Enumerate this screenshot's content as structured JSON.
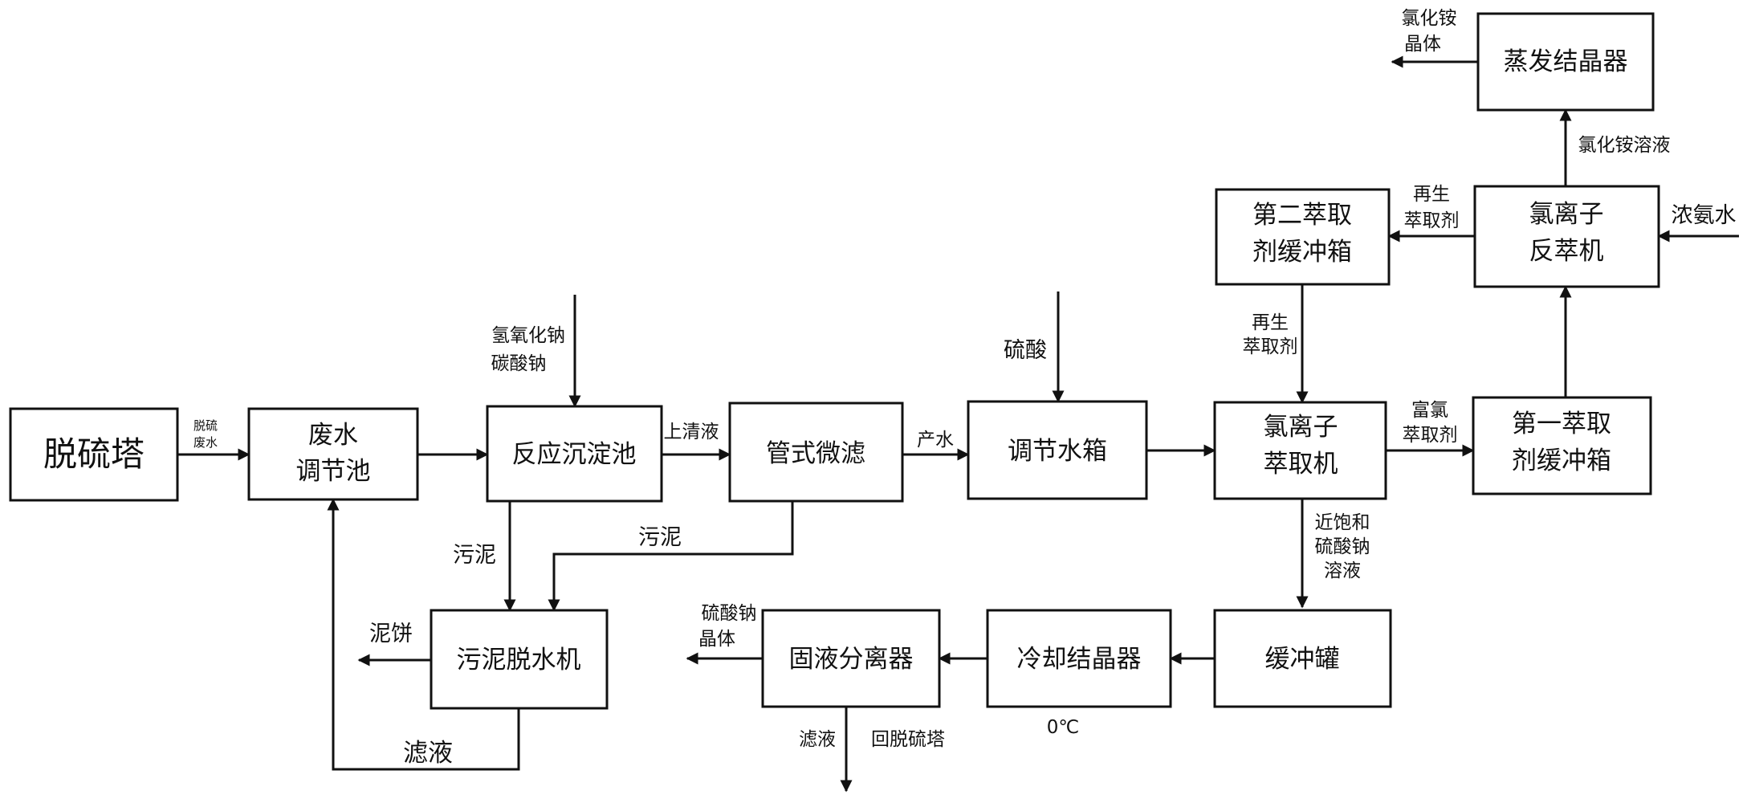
{
  "nodes": {
    "desulfurization_tower": "脱硫塔",
    "wastewater_pool": [
      "废水",
      "调节池"
    ],
    "reaction_tank": "反应沉淀池",
    "tubular_filter": "管式微滤",
    "adjusting_tank": "调节水箱",
    "cl_extractor": [
      "氯离子",
      "萃取机"
    ],
    "buffer_box_1": [
      "第一萃取",
      "剂缓冲箱"
    ],
    "cl_back_extractor": [
      "氯离子",
      "反萃机"
    ],
    "buffer_box_2": [
      "第二萃取",
      "剂缓冲箱"
    ],
    "evaporator": "蒸发结晶器",
    "buffer_tank": "缓冲罐",
    "cooling_crystallizer": "冷却结晶器",
    "solid_liquid_separator": "固液分离器",
    "sludge_dewaterer": "污泥脱水机"
  },
  "labels": {
    "desulf_wastewater": [
      "脱硫",
      "废水"
    ],
    "naoh_na2co3": [
      "氢氧化钠",
      "碳酸钠"
    ],
    "supernatant": "上清液",
    "product_water": "产水",
    "sulfuric_acid": "硫酸",
    "rich_cl_extractant": [
      "富氯",
      "萃取剂"
    ],
    "regen_extractant_top": [
      "再生",
      "萃取剂"
    ],
    "regen_extractant_down": [
      "再生",
      "萃取剂"
    ],
    "ammonia_water": "浓氨水",
    "nh4cl_solution": "氯化铵溶液",
    "nh4cl_crystal": [
      "氯化铵",
      "晶体"
    ],
    "near_sat_na2so4": [
      "近饱和",
      "硫酸钠",
      "溶液"
    ],
    "temp_0c": "0℃",
    "na2so4_crystal": [
      "硫酸钠",
      "晶体"
    ],
    "filtrate_return": "滤液",
    "return_to_tower": "回脱硫塔",
    "sludge_left": "污泥",
    "sludge_right": "污泥",
    "mud_cake": "泥饼",
    "filtrate_bottom": "滤液"
  },
  "colors": {
    "line": "#111111",
    "fill": "#ffffff"
  }
}
